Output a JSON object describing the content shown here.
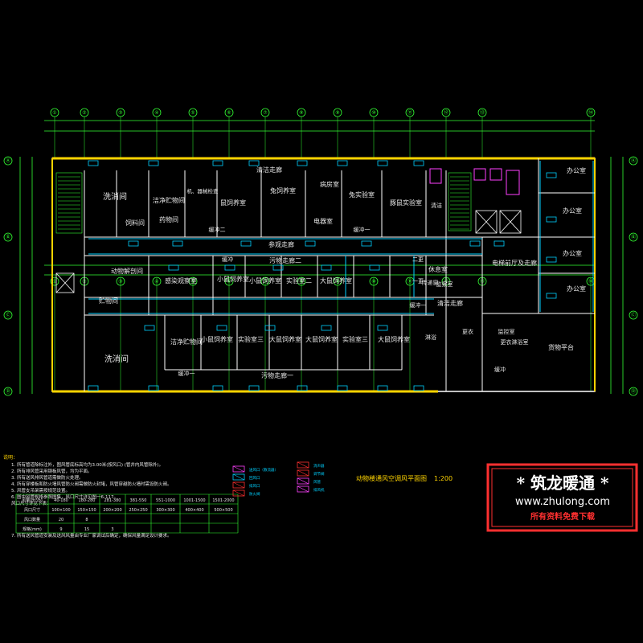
{
  "drawing": {
    "title": "动物楼通风空调风平面图",
    "scale": "1:200",
    "colors": {
      "background": "#000000",
      "wall": "#ffffff",
      "outer_wall": "#ffd400",
      "grid": "#33ff33",
      "duct_cyan": "#00d0ff",
      "duct_magenta": "#ff40ff",
      "partition": "#8cb4ff",
      "accent_red": "#ff3030"
    }
  },
  "rooms": {
    "r_wash_top": "洗消间",
    "r_clean_store": "洁净贮物间",
    "r_corridor_clean": "清洁走廊",
    "r_mouse_feed": "鼠饲养室",
    "r_rabbit_feed": "兔饲养室",
    "r_sick": "病房室",
    "r_rabbit_lab": "兔实验室",
    "r_mouse_lab": "豚鼠实验室",
    "r_feed_store": "饲料间",
    "r_dosing": "药物间",
    "r_mech": "机、器械检查",
    "r_elec": "电器室",
    "r_buffer1": "缓冲一",
    "r_buffer2": "缓冲二",
    "r_ref_corridor": "参观走廊",
    "r_dirty_corridor2": "污物走廊二",
    "r_animal_fridge": "动物解剖间",
    "r_infect": "感染观察室",
    "r_buffer3": "缓冲",
    "r_small_mouse1": "小鼠饲养室",
    "r_small_mouse2": "小鼠饲养室",
    "r_lab2": "实验室二",
    "r_big_mouse1": "大鼠饲养室",
    "r_rest": "休息室",
    "r_pass": "传递窗",
    "r_storage": "贮物间",
    "r_wash_bottom": "洗消间",
    "r_clean_store2": "洁净贮物间",
    "r_small_mouse3": "小鼠饲养室",
    "r_lab3": "实验室三",
    "r_big_mouse2": "大鼠饲养室",
    "r_big_mouse3": "大鼠饲养室",
    "r_lab4": "实验室三",
    "r_big_mouse4": "大鼠饲养室",
    "r_dirty_corridor1": "污物走廊一",
    "r_buffer_b": "缓冲一",
    "r_clean_corridor2": "清洁走廊",
    "r_office1": "办公室",
    "r_office2": "办公室",
    "r_office3": "办公室",
    "r_office4": "办公室",
    "r_lobby": "电梯前厅及走廊",
    "r_control": "监控室",
    "r_changing": "更衣淋浴室",
    "r_platform": "货物平台",
    "r_buffer_c": "缓冲",
    "r_shower": "淋浴",
    "r_dress": "更衣",
    "r_first_change": "一更",
    "r_second_change": "二更",
    "r_buffer_d": "缓冲一",
    "r_nurse": "监察室",
    "r_cleaning": "清洁"
  },
  "grid": {
    "top": [
      "①",
      "②",
      "③",
      "④",
      "⑤",
      "⑥",
      "⑦",
      "⑧",
      "⑨",
      "⑩",
      "⑪",
      "⑫",
      "⑬",
      "⑭"
    ],
    "bottom": [
      "①",
      "②",
      "③",
      "④",
      "⑤",
      "⑥",
      "⑦",
      "⑧",
      "⑨",
      "⑩",
      "⑪",
      "⑫",
      "⑬",
      "⑭"
    ],
    "left": [
      "Ⓐ",
      "Ⓑ",
      "Ⓒ",
      "Ⓓ"
    ],
    "right": [
      "Ⓐ",
      "Ⓑ",
      "Ⓒ",
      "Ⓓ"
    ]
  },
  "notes": {
    "header": "说明：",
    "lines": [
      "1.   所有管道除标注外，图风管底标高均为3.00米(按风口)   (管井内风管除外)。",
      "2.   所有排风管采用钢板风管，均为平面。",
      "3.   所有送风排风管道需做防火处理。",
      "4.   所有穿楼板和防火墙风管防火阀需做防火封堵，风管穿越防火墙时需设防火阀。",
      "5.   风管支吊架需按规范设置。",
      "6.   图中风管规格参照图集，风口尺寸详见图一6-117。",
      "      风口尺寸详见下表："
    ],
    "last": "7.   所有送风管道安装及送风风量由专业厂家调试后确定，确保风量满足设计要求。"
  },
  "table": {
    "headers": [
      "风量(m³/h)",
      "40-180",
      "180-280",
      "281-380",
      "381-550",
      "551-1000",
      "1001-1500",
      "1501-2000"
    ],
    "rows": [
      [
        "风口尺寸",
        "100×100",
        "150×150",
        "200×200",
        "250×250",
        "300×300",
        "400×400",
        "500×500"
      ],
      [
        "风口数量",
        "20",
        "8",
        "",
        "",
        "",
        "",
        ""
      ],
      [
        "规格(mm)",
        "9",
        "15",
        "3",
        "",
        "",
        "",
        ""
      ]
    ]
  },
  "legend": [
    {
      "symbol": "送风口",
      "label": "送风口（散流器）"
    },
    {
      "symbol": "回风口",
      "label": "回风口"
    },
    {
      "symbol": "排风口",
      "label": "排风口"
    },
    {
      "symbol": "防火阀",
      "label": "防火阀"
    },
    {
      "symbol": "消声器",
      "label": "消声器"
    },
    {
      "symbol": "调节阀",
      "label": "调节阀"
    },
    {
      "symbol": "风管",
      "label": "风管"
    },
    {
      "symbol": "风机",
      "label": "排风机"
    }
  ],
  "stamp": {
    "title": "* 筑龙暖通 *",
    "url": "www.zhulong.com",
    "subtitle": "所有资料免费下载"
  }
}
